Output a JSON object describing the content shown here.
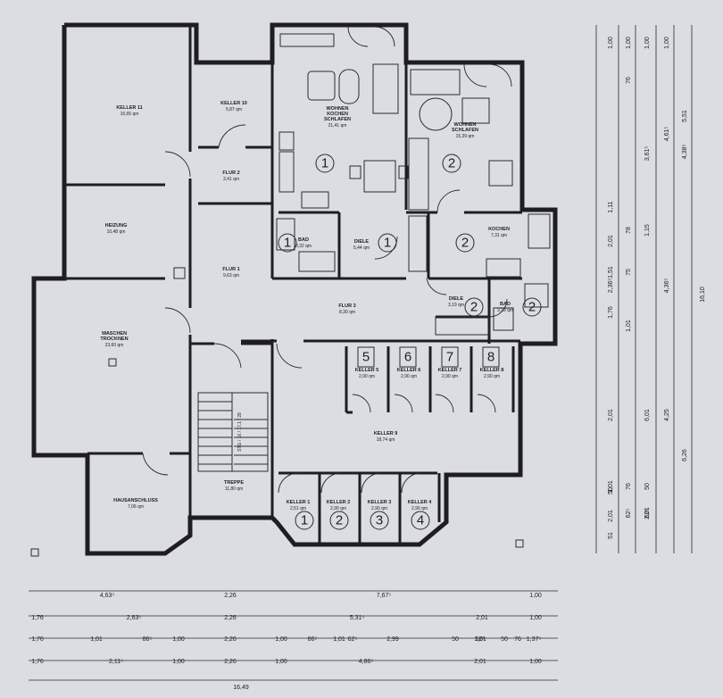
{
  "rooms": [
    {
      "id": "keller11",
      "name": "KELLER 11",
      "area": "16,65 qm"
    },
    {
      "id": "keller10",
      "name": "KELLER 10",
      "area": "5,87 qm"
    },
    {
      "id": "flur2",
      "name": "FLUR 2",
      "area": "3,41 qm"
    },
    {
      "id": "heizung",
      "name": "HEIZUNG",
      "area": "10,48 qm"
    },
    {
      "id": "flur1",
      "name": "FLUR 1",
      "area": "9,63 qm"
    },
    {
      "id": "waschen",
      "name": "WASCHEN TROCKNEN",
      "area": "23,60 qm"
    },
    {
      "id": "hausanschluss",
      "name": "HAUSANSCHLUSS",
      "area": "7,06 qm"
    },
    {
      "id": "treppe",
      "name": "TREPPE",
      "area": "11,80 qm"
    },
    {
      "id": "wohnen1",
      "name": "WOHNEN KOCHEN SCHLAFEN",
      "area": "21,41 qm"
    },
    {
      "id": "bad1",
      "name": "BAD",
      "area": "3,32 qm"
    },
    {
      "id": "diele1",
      "name": "DIELE",
      "area": "5,44 qm"
    },
    {
      "id": "wohnen2",
      "name": "WOHNEN SCHLAFEN",
      "area": "15,39 qm"
    },
    {
      "id": "kochen2",
      "name": "KOCHEN",
      "area": "7,31 qm"
    },
    {
      "id": "diele2",
      "name": "DIELE",
      "area": "3,19 qm"
    },
    {
      "id": "bad2",
      "name": "BAD",
      "area": "3,19 qm"
    },
    {
      "id": "flur3",
      "name": "FLUR 3",
      "area": "8,30 qm"
    },
    {
      "id": "keller9",
      "name": "KELLER 9",
      "area": "18,74 qm"
    },
    {
      "id": "keller5",
      "name": "KELLER 5",
      "area": "2,90 qm"
    },
    {
      "id": "keller6",
      "name": "KELLER 6",
      "area": "2,90 qm"
    },
    {
      "id": "keller7",
      "name": "KELLER 7",
      "area": "2,90 qm"
    },
    {
      "id": "keller8",
      "name": "KELLER 8",
      "area": "2,90 qm"
    },
    {
      "id": "keller1",
      "name": "KELLER 1",
      "area": "2,51 qm"
    },
    {
      "id": "keller2",
      "name": "KELLER 2",
      "area": "2,90 qm"
    },
    {
      "id": "keller3",
      "name": "KELLER 3",
      "area": "2,90 qm"
    },
    {
      "id": "keller4",
      "name": "KELLER 4",
      "area": "2,90 qm"
    }
  ],
  "unit_markers": [
    "1",
    "1",
    "1",
    "2",
    "2",
    "2",
    "2",
    "5",
    "6",
    "7",
    "8",
    "1",
    "2",
    "3",
    "4"
  ],
  "stair_note": "STG / 16 / 17,1 / 28",
  "dimensions": {
    "bottom_row1": [
      "4,63⁵",
      "2,26",
      "7,67⁵",
      "1,00"
    ],
    "bottom_row2": [
      "1,76",
      "2,63⁵",
      "2,26",
      "5,31⁵",
      "2,01",
      "1,00"
    ],
    "bottom_row3": [
      "1,76",
      "1,01",
      "86⁵",
      "1,00",
      "2,26",
      "1,00",
      "86⁵",
      "1,01",
      "62⁵",
      "2,99",
      "50",
      "1,01",
      "62⁵",
      "50",
      "76",
      "1,37⁵"
    ],
    "bottom_row4": [
      "1,76",
      "2,11⁵",
      "1,00",
      "2,26",
      "1,00",
      "4,86⁵",
      "2,01",
      "1,00"
    ],
    "bottom_total": "16,49",
    "right_col1": [
      "1,00",
      "1,11",
      "2,01",
      "1,51",
      "2,36⁵",
      "1,76",
      "2,01",
      "1,01",
      "50",
      "2,01",
      "51"
    ],
    "right_col2": [
      "1,00",
      "76",
      "78",
      "75",
      "1,01",
      "76",
      "62⁵"
    ],
    "right_col3": [
      "1,00",
      "3,61⁵",
      "1,15",
      "6,01",
      "50",
      "62⁵",
      "2,01"
    ],
    "right_col4": [
      "1,00",
      "4,61⁵",
      "4,36⁵",
      "4,25"
    ],
    "right_col5": [
      "5,51",
      "4,38⁵",
      "6,26"
    ],
    "right_total": "16,10"
  }
}
